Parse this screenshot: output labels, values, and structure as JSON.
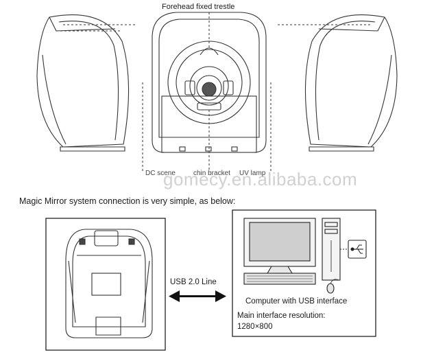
{
  "labels": {
    "forehead_trestle": "Forehead fixed trestle",
    "dc_socket": "DC scene",
    "chin_bracket": "chin bracket",
    "uv_lamp": "UV lamp",
    "watermark": "gomecy.en.alibaba.com"
  },
  "connection": {
    "intro": "Magic Mirror system connection is very simple, as below:",
    "usb_line": "USB 2.0 Line",
    "computer": "Computer with USB interface",
    "resolution_label": "Main interface resolution:",
    "resolution_value": "1280×800"
  }
}
